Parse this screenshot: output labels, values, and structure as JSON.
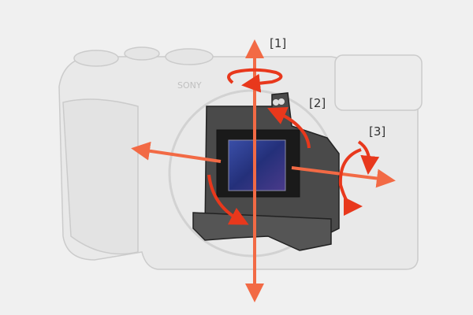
{
  "labels": {
    "axis1": "[1]",
    "axis2": "[2]",
    "axis3": "[3]"
  },
  "logo_text": "SONY",
  "colors": {
    "arrow": "#f26a45",
    "arrow_rotation": "#e8381c",
    "background": "#f0f0f0",
    "sensor": "#2a3a8c"
  }
}
